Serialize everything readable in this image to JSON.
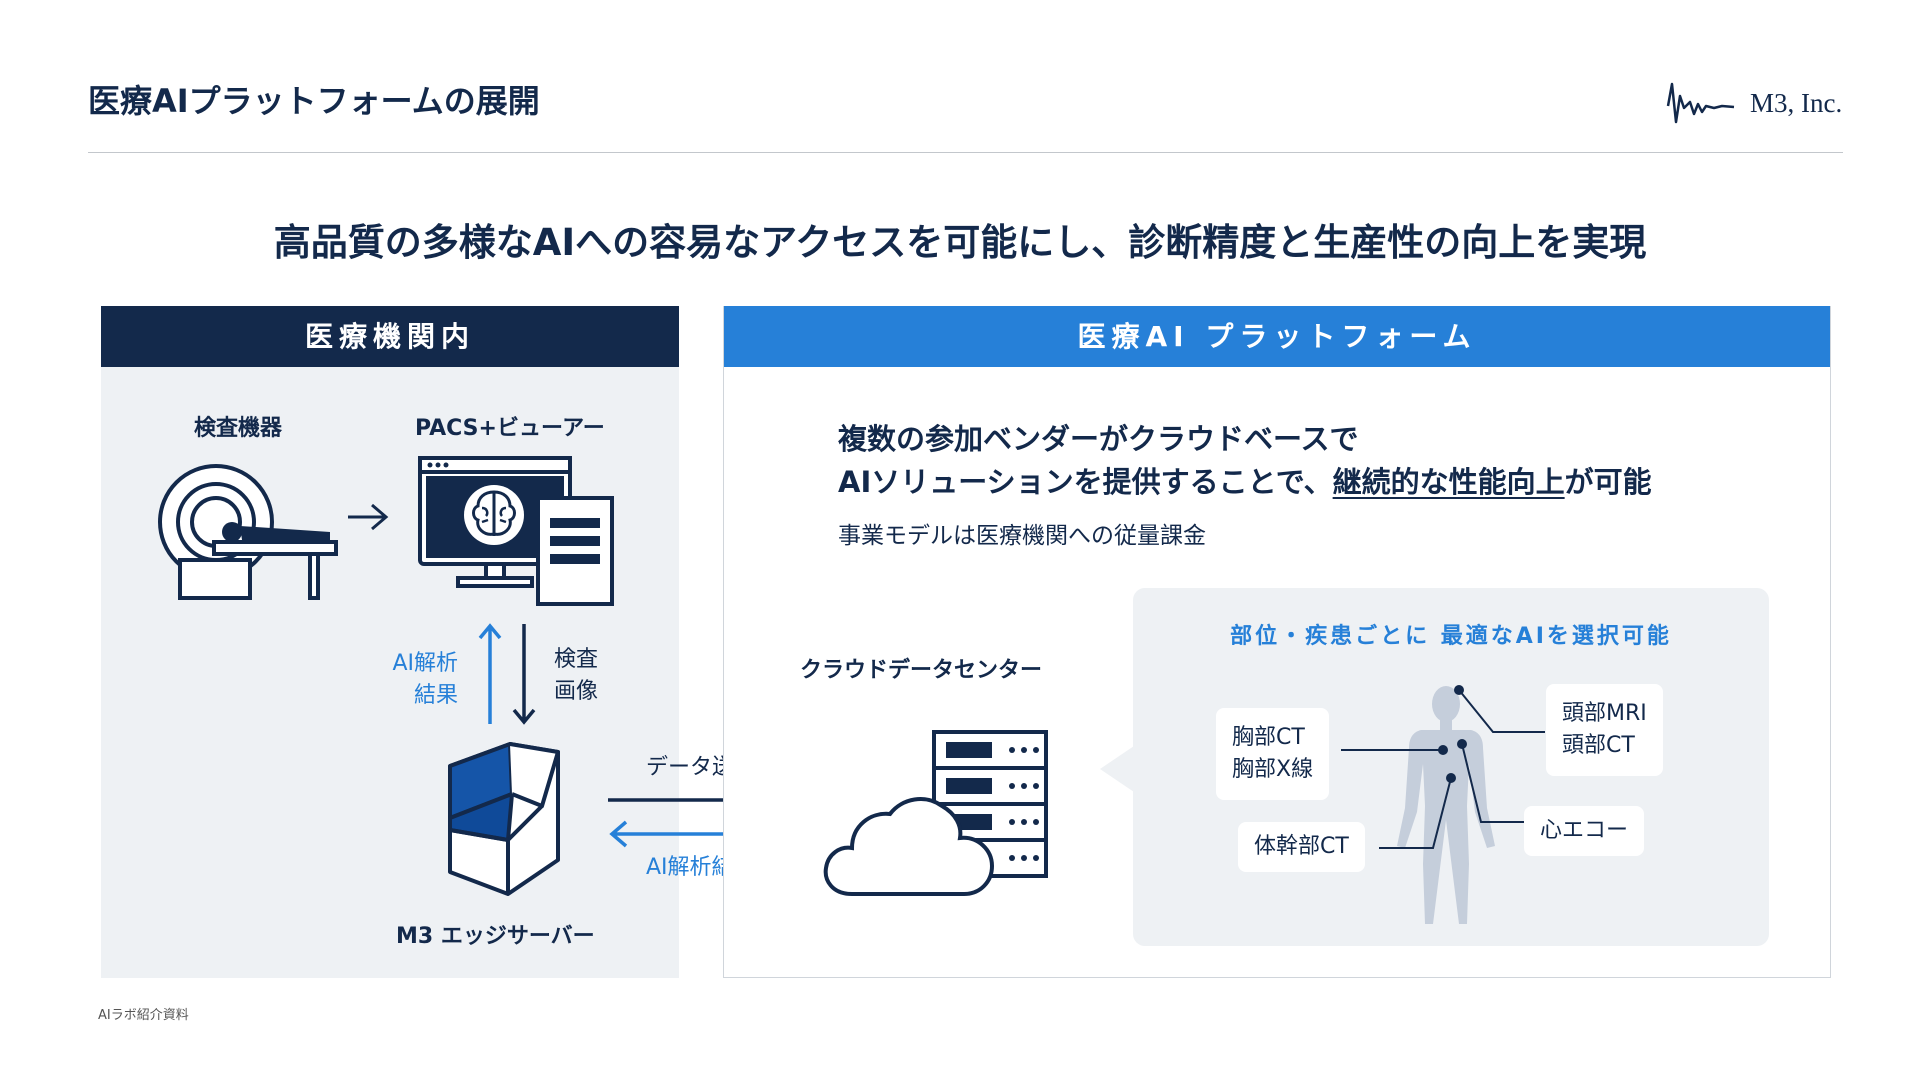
{
  "header": {
    "title": "医療AIプラットフォームの展開",
    "company": "M3, Inc."
  },
  "headline": "高品質の多様なAIへの容易なアクセスを可能にし、診断精度と生産性の向上を実現",
  "left": {
    "title": "医療機関内",
    "device_label": "検査機器",
    "pacs_label": "PACS+ビューアー",
    "up_label": [
      "AI解析",
      "結果"
    ],
    "down_label": [
      "検査",
      "画像"
    ],
    "edge_label": "M3 エッジサーバー"
  },
  "transfer": {
    "send_label": "データ送信",
    "return_label": "AI解析結果"
  },
  "right": {
    "title": "医療AI プラットフォーム",
    "desc_line1": "複数の参加ベンダーがクラウドベースで",
    "desc_line2_pre": "AIソリューションを提供することで、",
    "desc_line2_emph": "継続的な性能向上",
    "desc_line2_post": "が可能",
    "sub": "事業モデルは医療機関への従量課金",
    "cloud_label": "クラウドデータセンター",
    "ai_title": "部位・疾患ごとに 最適なAIを選択可能",
    "cards": {
      "chest": [
        "胸部CT",
        "胸部X線"
      ],
      "trunk": "体幹部CT",
      "head": [
        "頭部MRI",
        "頭部CT"
      ],
      "heart": "心エコー"
    }
  },
  "footer": "AIラボ紹介資料",
  "colors": {
    "navy": "#13294b",
    "blue": "#2680d8",
    "panel_bg": "#eef1f4",
    "body_silhouette": "#c5cedb"
  }
}
